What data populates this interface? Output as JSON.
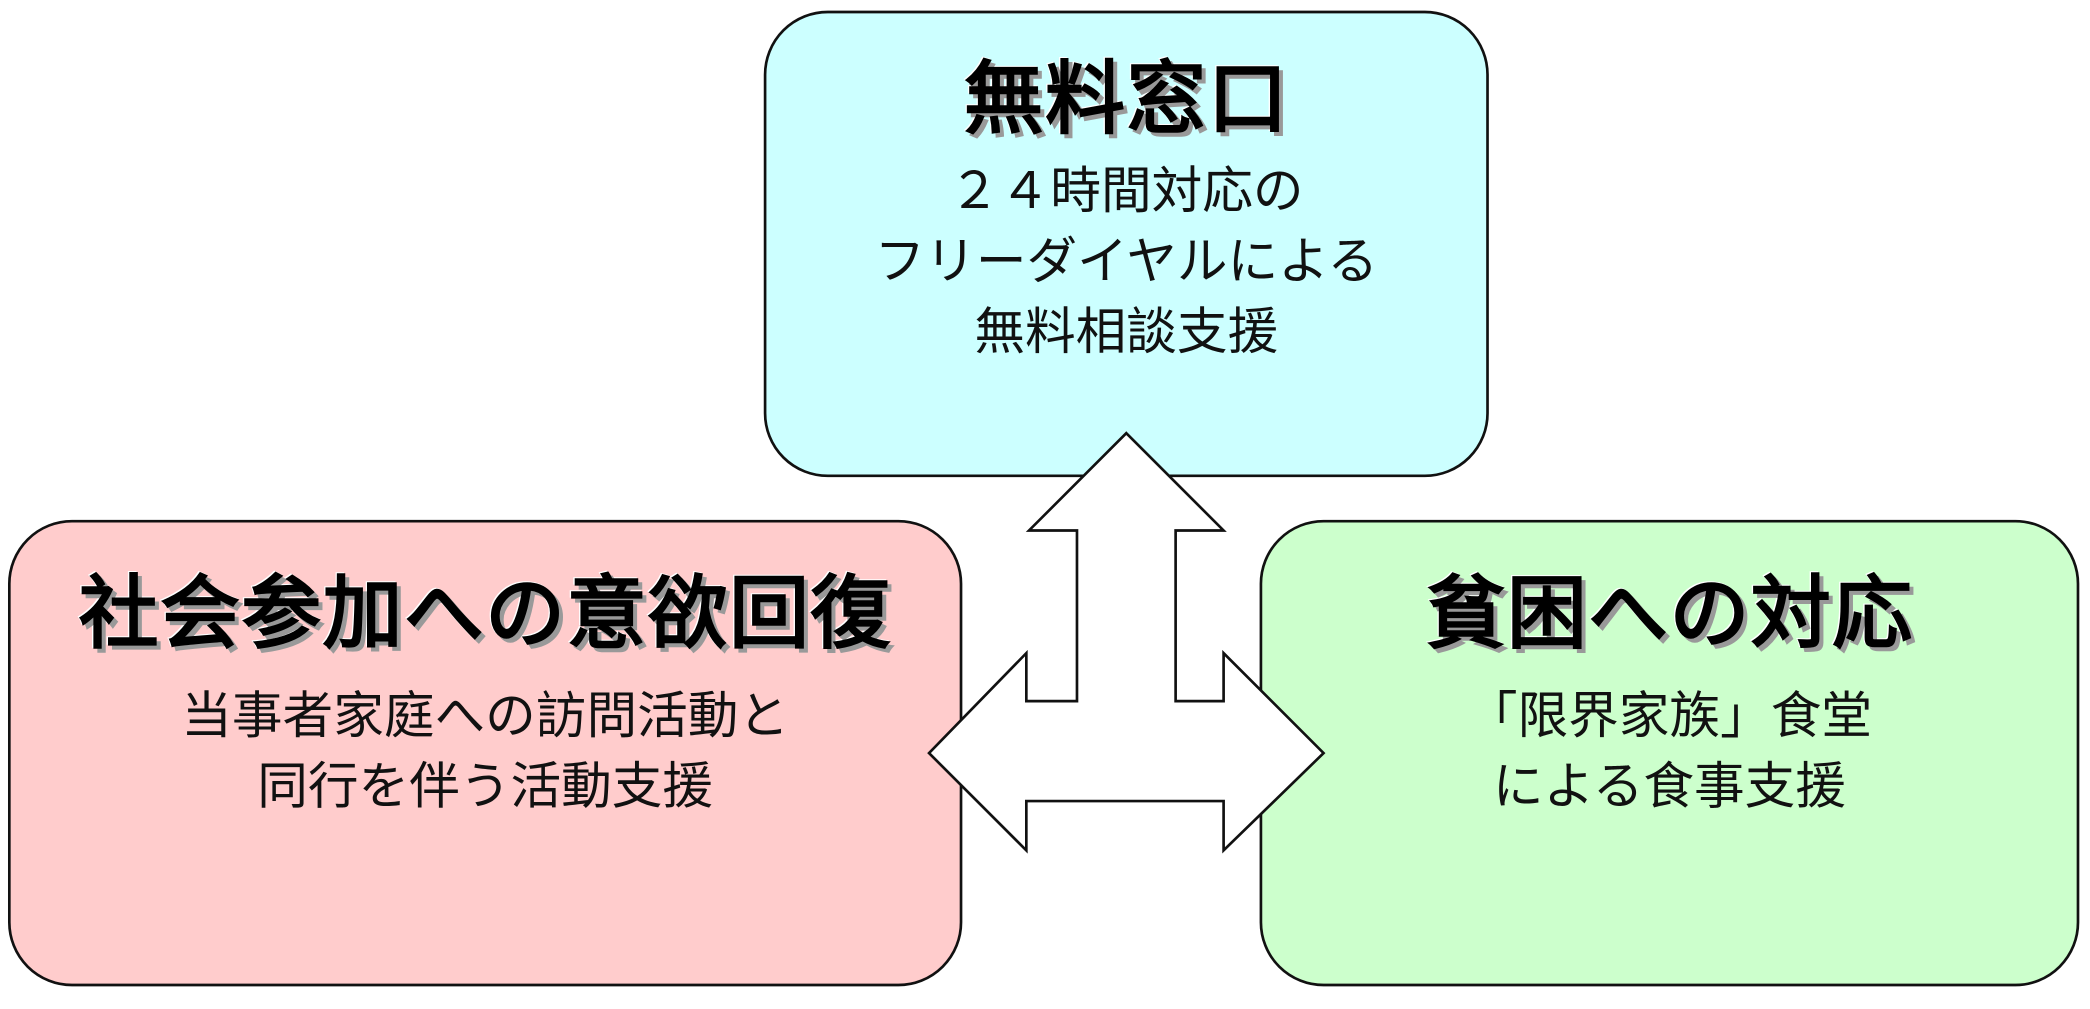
{
  "colors": {
    "top": "#ccffff",
    "left": "#ffcccc",
    "right": "#ccffcc"
  },
  "top": {
    "title": "無料窓口",
    "lines": [
      "２４時間対応の",
      "フリーダイヤルによる",
      "無料相談支援"
    ]
  },
  "left": {
    "title": "社会参加への意欲回復",
    "lines": [
      "当事者家庭への訪問活動と",
      "同行を伴う活動支援"
    ]
  },
  "right": {
    "title": "貧困への対応",
    "lines": [
      "「限界家族」食堂",
      "による食事支援"
    ]
  }
}
